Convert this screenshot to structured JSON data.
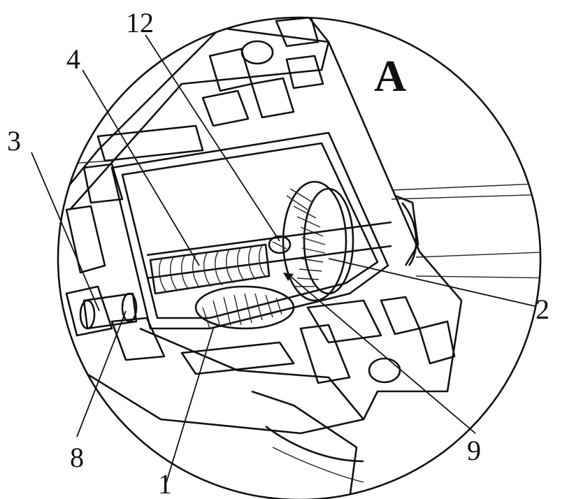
{
  "detail_view_label": "A",
  "callouts": [
    {
      "id": "c12",
      "text": "12"
    },
    {
      "id": "c4",
      "text": "4"
    },
    {
      "id": "c3",
      "text": "3"
    },
    {
      "id": "c2",
      "text": "2"
    },
    {
      "id": "c8",
      "text": "8"
    },
    {
      "id": "c1",
      "text": "1"
    },
    {
      "id": "c9",
      "text": "9"
    }
  ],
  "colors": {
    "ink": "#111111",
    "paper": "#ffffff"
  }
}
